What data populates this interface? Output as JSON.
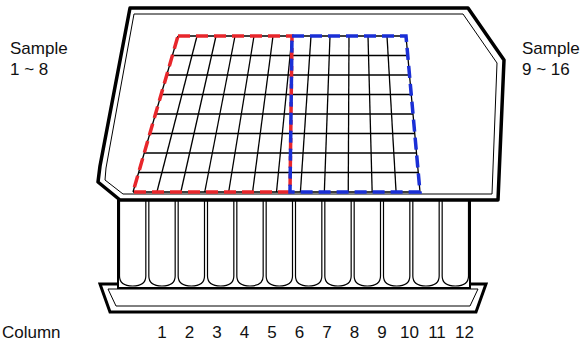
{
  "diagram": {
    "labels": [
      "Sample 1 ~ 8",
      "Sample 9 ~ 16",
      "Column",
      "1",
      "2",
      "3",
      "4",
      "5",
      "6",
      "7",
      "8",
      "9",
      "10",
      "11",
      "12"
    ]
  }
}
